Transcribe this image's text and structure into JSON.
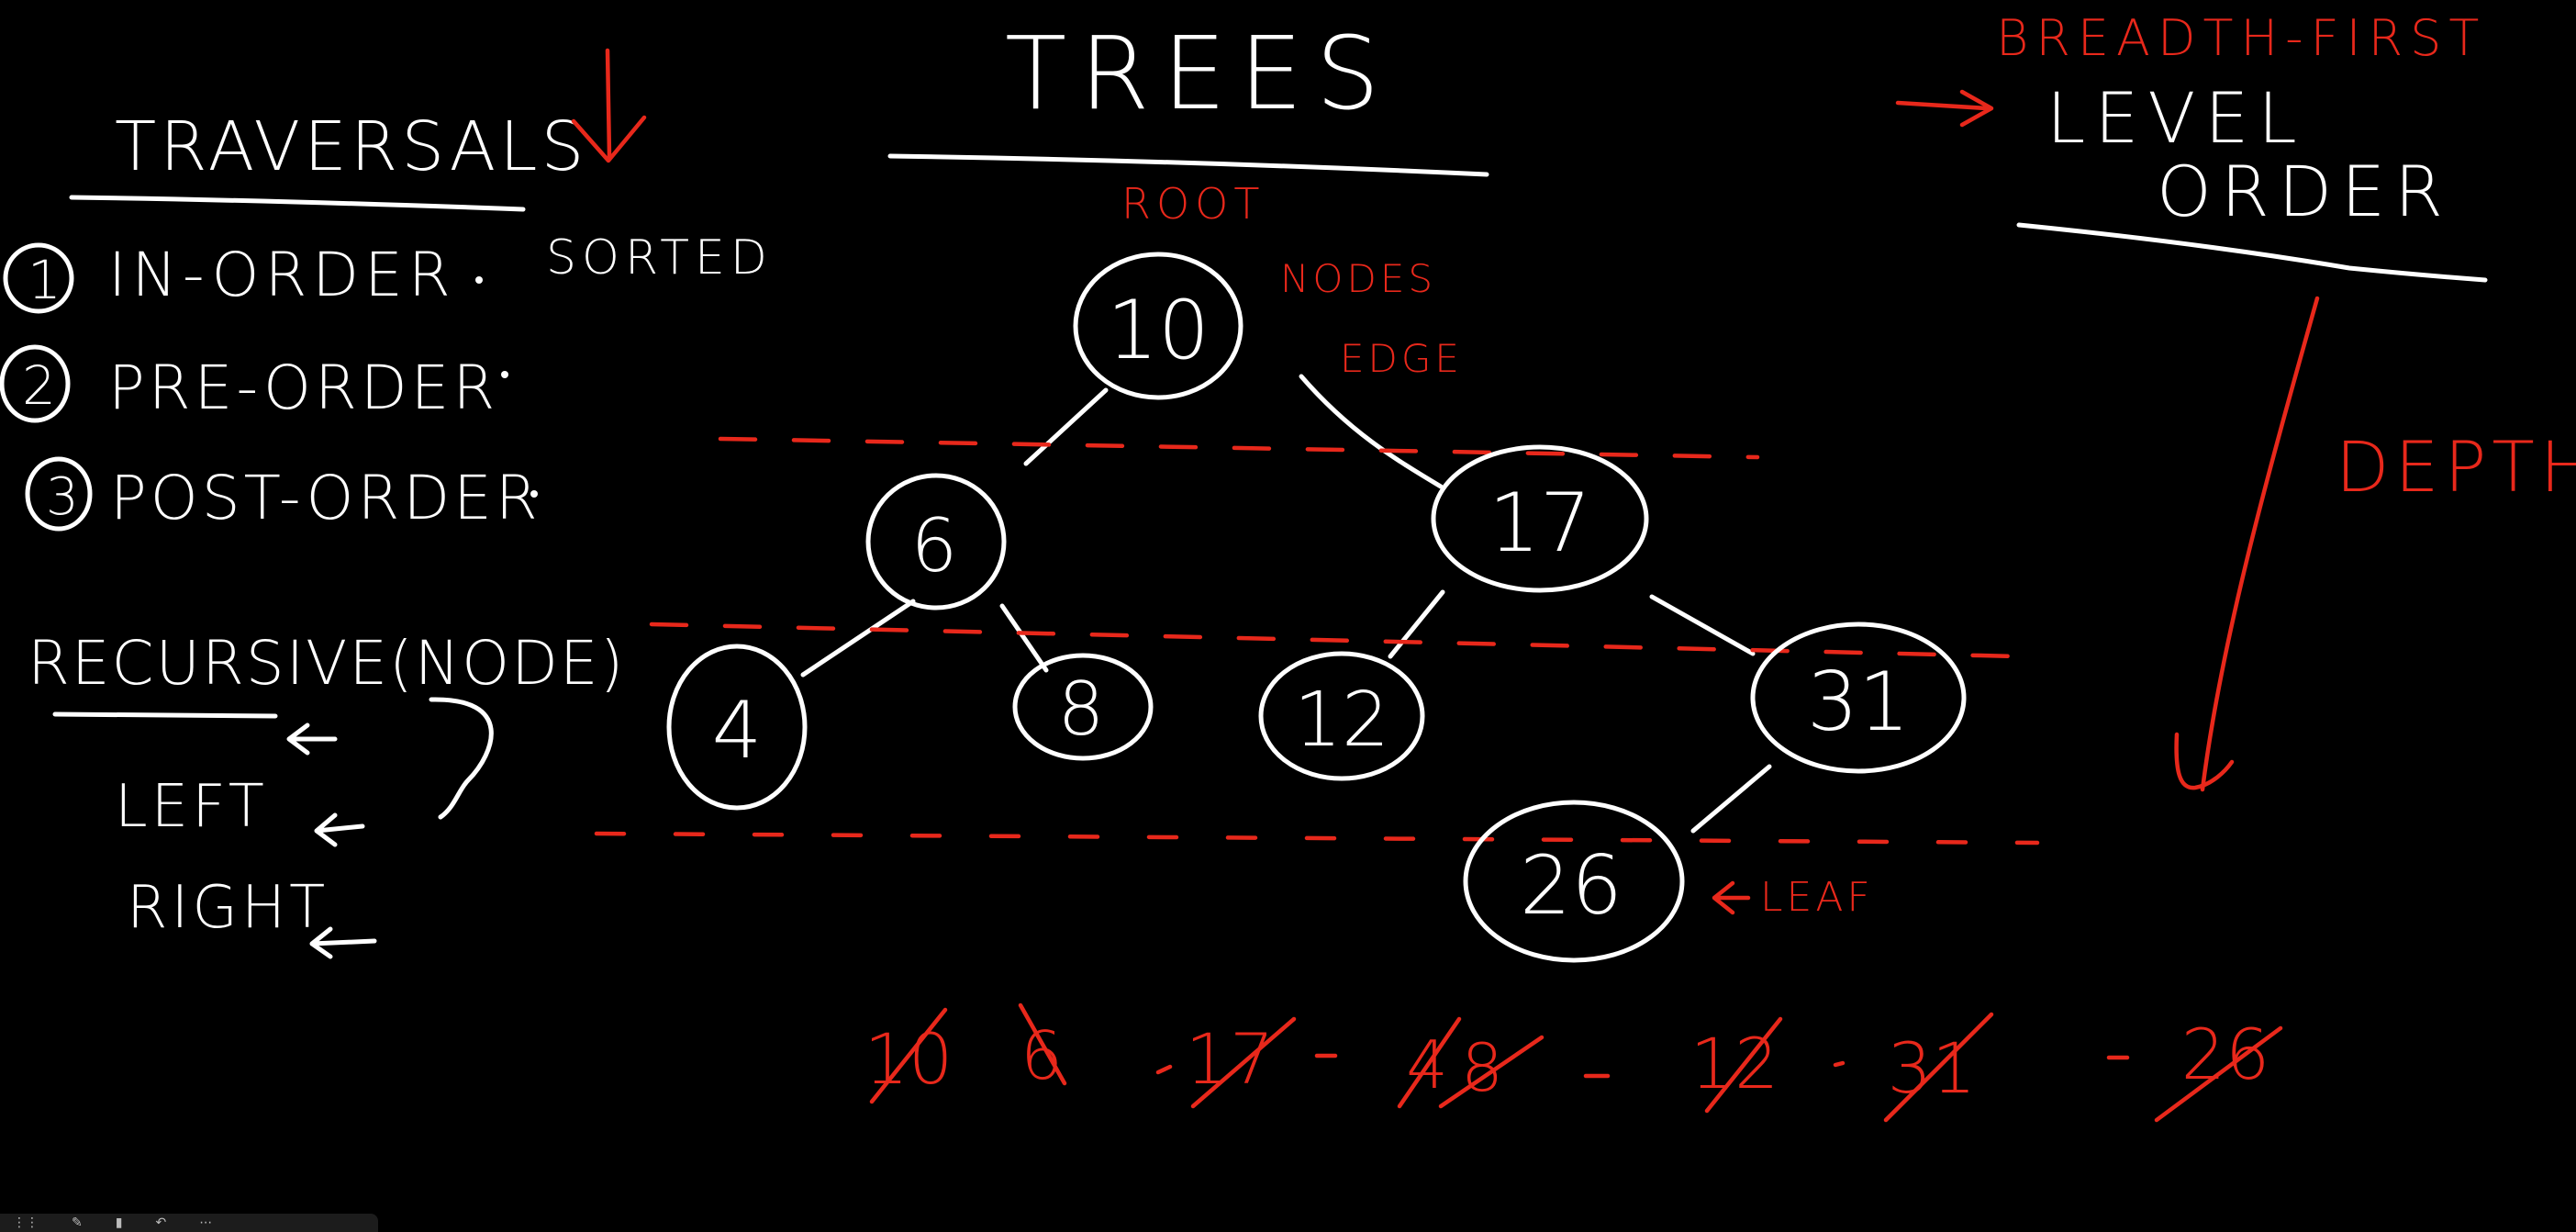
{
  "board": {
    "title": "TREES",
    "traversals_heading": "TRAVERSALS",
    "traversals": [
      {
        "num": "1",
        "label": "IN-ORDER",
        "note": "SORTED"
      },
      {
        "num": "2",
        "label": "PRE-ORDER",
        "note": ""
      },
      {
        "num": "3",
        "label": "POST-ORDER",
        "note": ""
      }
    ],
    "recursive_label": "RECURSIVE(NODE)",
    "steps": [
      "LEFT",
      "RIGHT"
    ],
    "bfs_heading": "BREADTH-FIRST",
    "level_order": [
      "LEVEL",
      "ORDER"
    ],
    "depth_label": "DEPTH",
    "tree_labels": {
      "root": "ROOT",
      "nodes": "NODES",
      "edge": "EDGE",
      "leaf": "LEAF"
    },
    "nodes": [
      "10",
      "6",
      "17",
      "4",
      "8",
      "12",
      "31",
      "26"
    ],
    "level_order_sequence": [
      "10",
      "6",
      "17",
      "4",
      "8",
      "12",
      "31",
      "26"
    ]
  },
  "colors": {
    "background": "#000000",
    "chalk": "#ffffff",
    "accent": "#e8281b"
  },
  "toolbar": {
    "icons": [
      "grip-icon",
      "pen-icon",
      "marker-icon",
      "lasso-icon",
      "more-icon"
    ]
  }
}
